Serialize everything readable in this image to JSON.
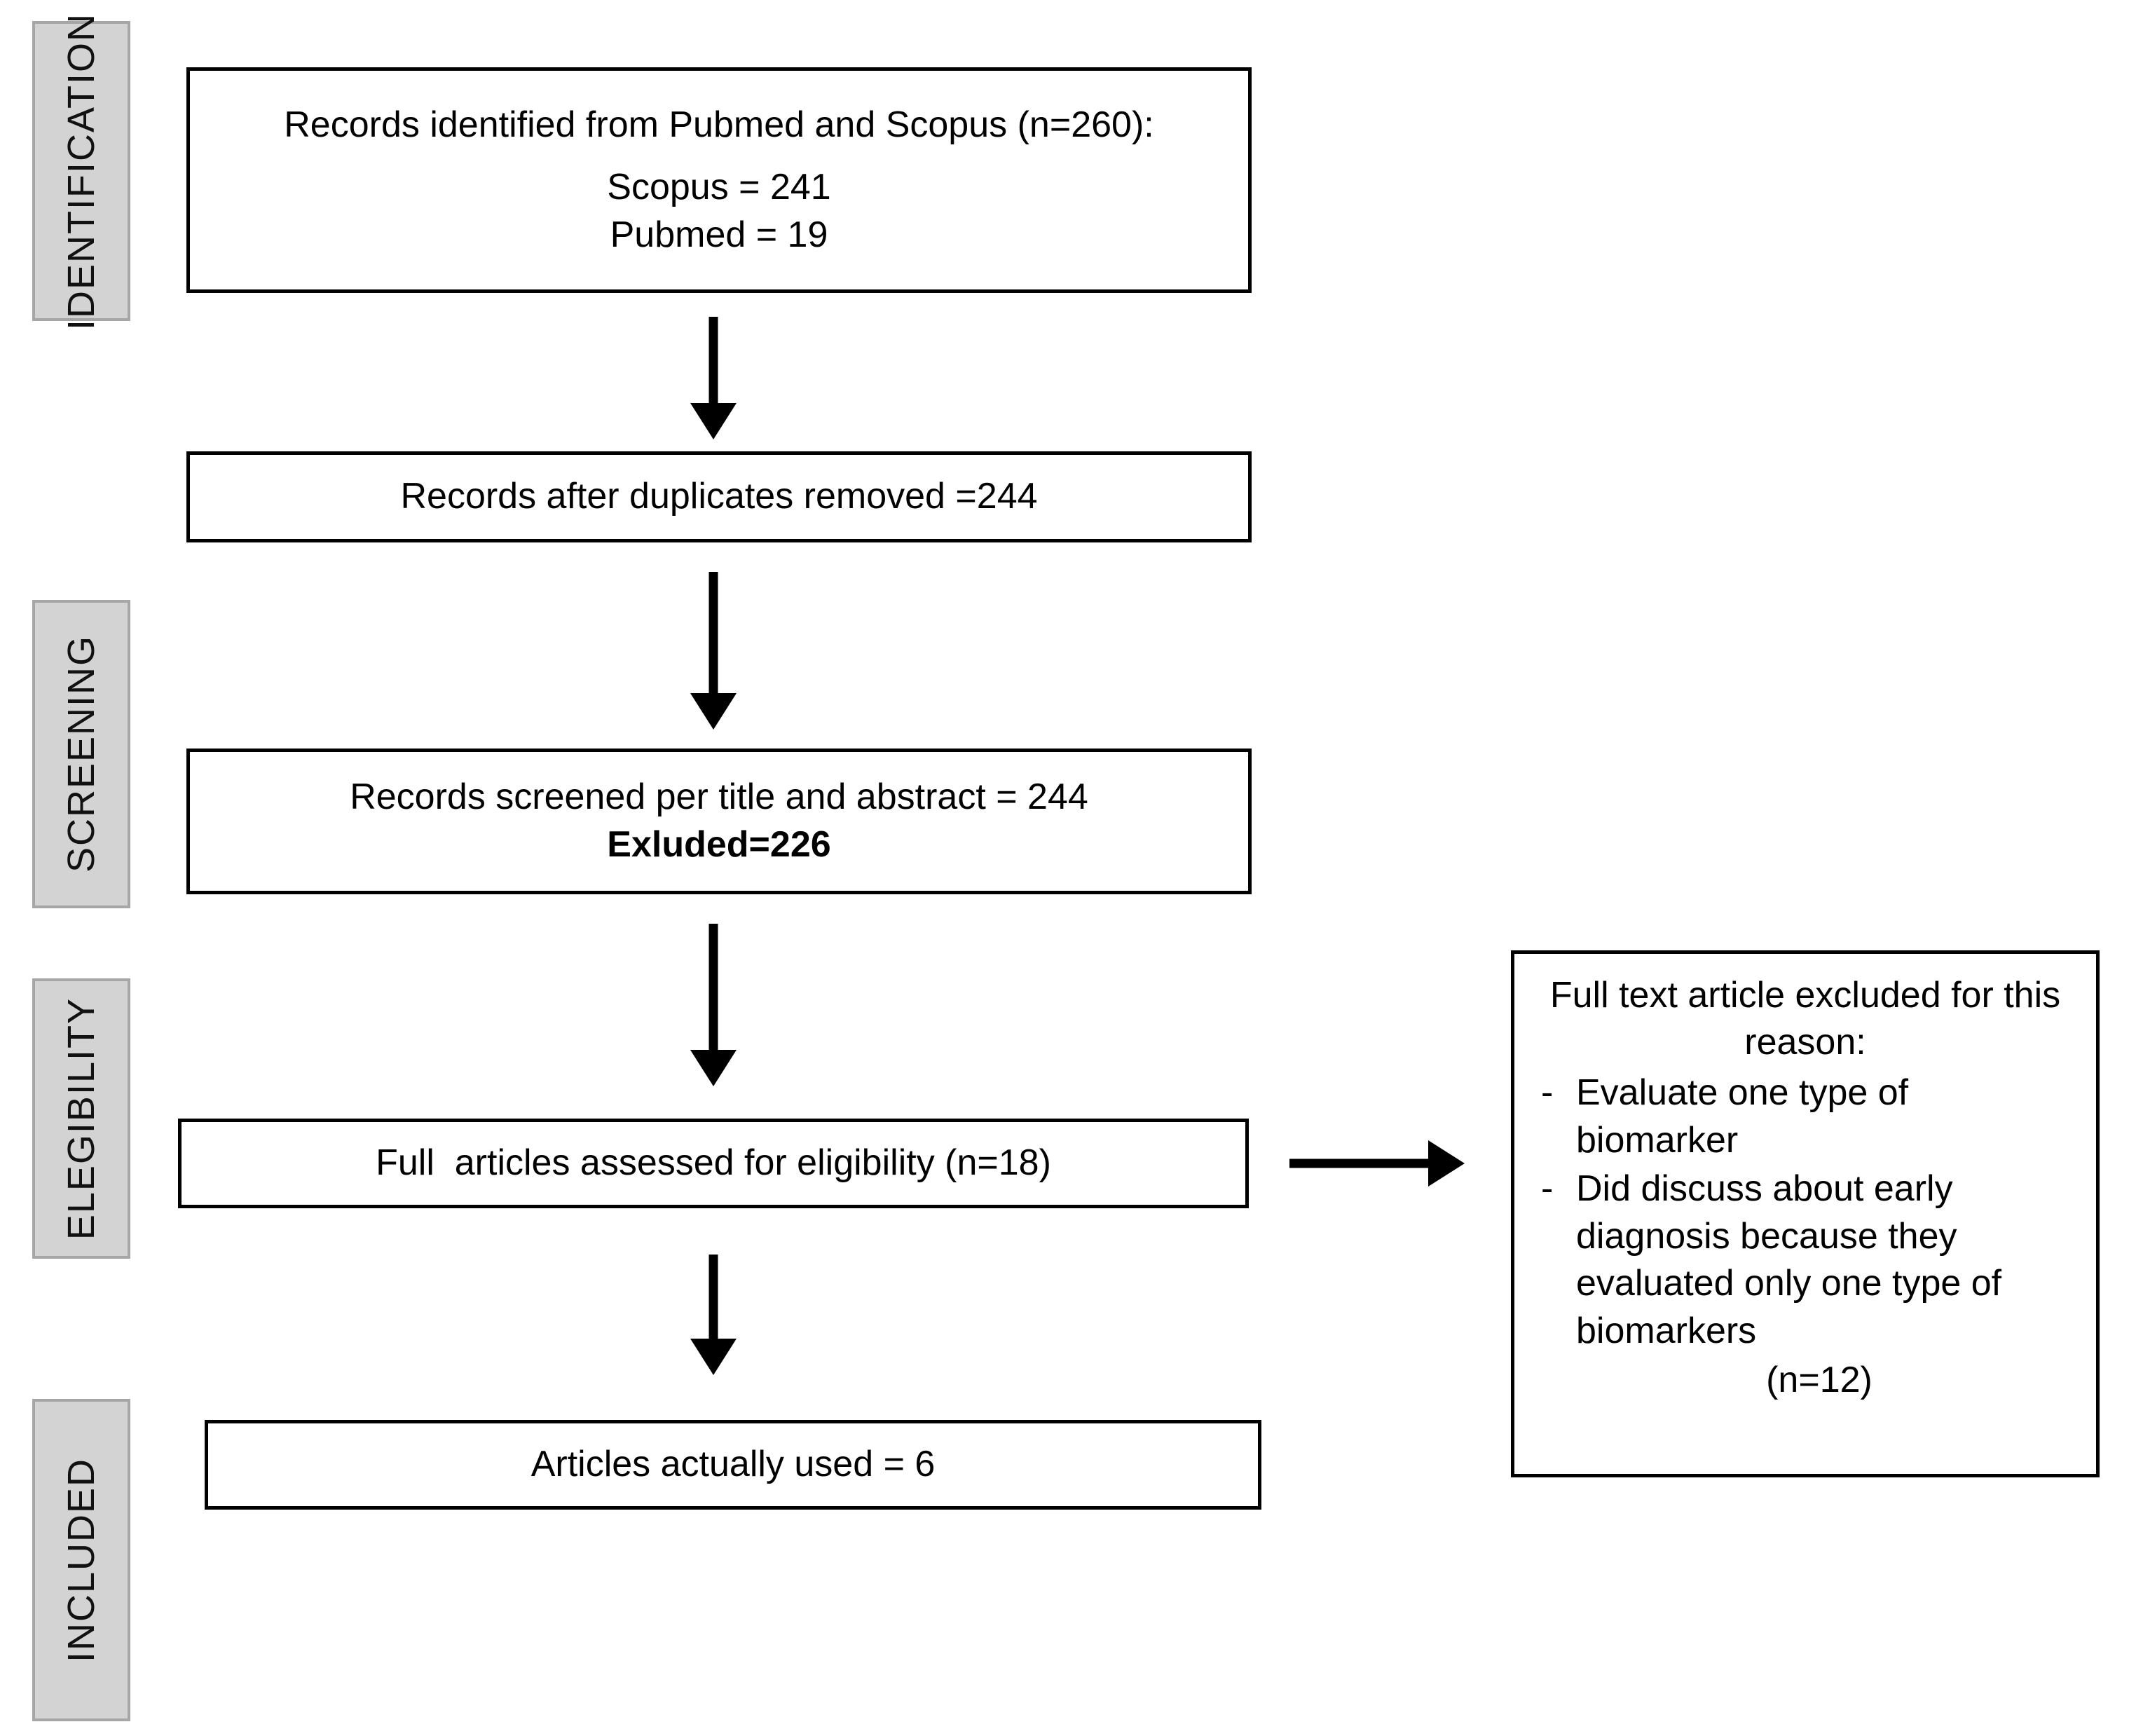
{
  "diagram": {
    "type": "prisma-flow-diagram",
    "stages": [
      {
        "id": "identification",
        "label": "IDENTIFICATION"
      },
      {
        "id": "screening",
        "label": "SCREENING"
      },
      {
        "id": "eligibility",
        "label": "ELEGIBILITY"
      },
      {
        "id": "included",
        "label": "INCLUDED"
      }
    ],
    "boxes": [
      {
        "id": "records-identified",
        "lines": [
          "Records identified from Pubmed and Scopus (n=260):",
          "Scopus = 241",
          "Pubmed = 19"
        ]
      },
      {
        "id": "duplicates-removed",
        "lines": [
          "Records after duplicates removed =244"
        ]
      },
      {
        "id": "records-screened",
        "lines": [
          "Records screened per title and abstract = 244",
          "Exluded=226"
        ]
      },
      {
        "id": "full-articles-assessed",
        "lines": [
          "Full  articles assessed for eligibility (n=18)"
        ]
      },
      {
        "id": "articles-used",
        "lines": [
          "Articles actually used = 6"
        ]
      }
    ],
    "exclusion_box": {
      "id": "full-text-excluded",
      "title": "Full  text article excluded for this reason:",
      "bullet_marker": "-",
      "bullets": [
        "Evaluate one type of biomarker",
        "Did discuss about early diagnosis  because they evaluated only one type of biomarkers"
      ],
      "count": "(n=12)"
    },
    "arrows": [
      {
        "id": "arrow-identified-to-duplicates",
        "direction": "down"
      },
      {
        "id": "arrow-duplicates-to-screened",
        "direction": "down"
      },
      {
        "id": "arrow-screened-to-fulltext",
        "direction": "down"
      },
      {
        "id": "arrow-fulltext-to-excluded",
        "direction": "right"
      },
      {
        "id": "arrow-fulltext-to-used",
        "direction": "down"
      }
    ],
    "colors": {
      "stage_bar_fill": "#d3d3d3",
      "stage_bar_border": "#a6a6a6",
      "box_border": "#000000",
      "box_fill": "#ffffff",
      "text": "#000000",
      "background": "#ffffff"
    }
  }
}
